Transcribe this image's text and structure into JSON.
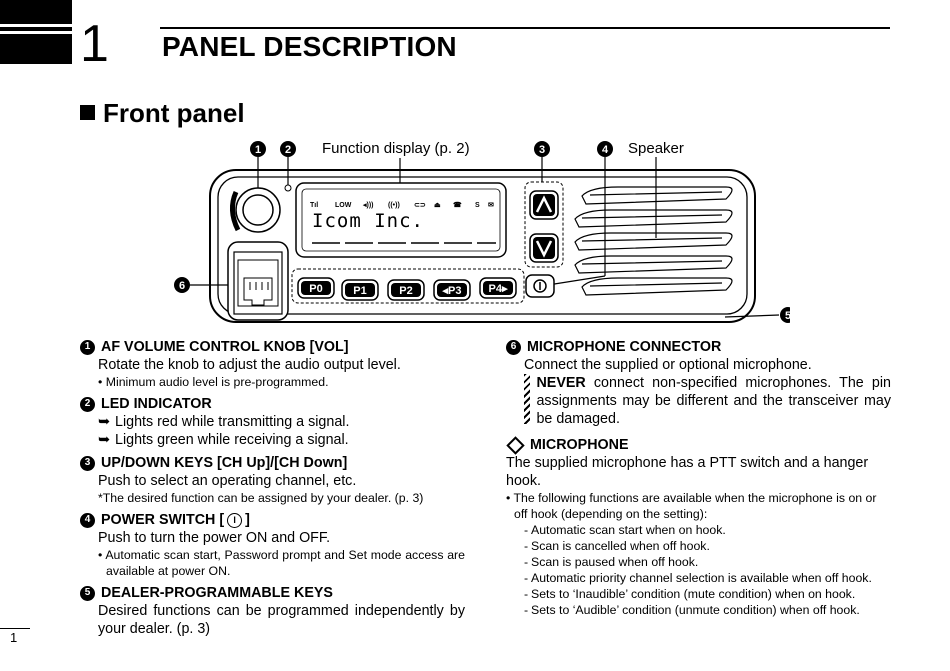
{
  "chapter": {
    "number": "1",
    "title": "PANEL DESCRIPTION"
  },
  "section": {
    "title": "Front panel"
  },
  "diagram": {
    "label_function_display": "Function display (p. 2)",
    "label_speaker": "Speaker",
    "callouts": [
      "1",
      "2",
      "3",
      "4",
      "5",
      "6"
    ],
    "display_icons": [
      "Tıl",
      "LOW",
      "◂)))",
      "((•))",
      "⊂⊃",
      "⏏",
      "☎",
      "S",
      "✉"
    ],
    "display_text": "Icom Inc.",
    "keys": [
      "P0",
      "P1",
      "P2",
      "◂P3",
      "P4▸"
    ],
    "up_icon": "up-arrow-icon",
    "down_icon": "down-arrow-icon"
  },
  "left": {
    "i1": {
      "n": "1",
      "title": "AF VOLUME CONTROL KNOB [VOL]",
      "text": "Rotate the knob to adjust the audio output level.",
      "note": "• Minimum audio level is pre-programmed."
    },
    "i2": {
      "n": "2",
      "title": "LED INDICATOR",
      "line1": "Lights red while transmitting a signal.",
      "line2": "Lights green while receiving a signal."
    },
    "i3": {
      "n": "3",
      "title": "UP/DOWN KEYS [CH Up]/[CH Down]",
      "text": "Push to select an operating channel, etc.",
      "note": "*The desired function can be assigned by your dealer. (p. 3)"
    },
    "i4": {
      "n": "4",
      "title_a": "POWER SWITCH [",
      "title_b": "]",
      "text": "Push to turn the power ON and OFF.",
      "note": "• Automatic scan start, Password prompt and Set mode access are available at power ON."
    },
    "i5": {
      "n": "5",
      "title": "DEALER-PROGRAMMABLE KEYS",
      "text": "Desired functions can be programmed independently by your dealer. (p. 3)"
    }
  },
  "right": {
    "i6": {
      "n": "6",
      "title": "MICROPHONE CONNECTOR",
      "text": "Connect the supplied or optional microphone.",
      "warn_bold": "NEVER",
      "warn_text": " connect non-specified microphones. The pin assignments may be different and the transceiver may be damaged."
    },
    "mic": {
      "title": "MICROPHONE",
      "text": "The supplied microphone has a PTT switch and a hanger hook.",
      "bullet": "• The following functions are available when the microphone is on or off hook (depending on the setting):",
      "subs": [
        "Automatic scan start when on hook.",
        "Scan is cancelled when off hook.",
        "Scan is paused when off hook.",
        "Automatic priority channel selection is available when off hook.",
        "Sets to ‘Inaudible’ condition (mute condition) when on hook.",
        "Sets to ‘Audible’ condition (unmute condition) when off hook."
      ]
    }
  },
  "footer": {
    "page": "1"
  }
}
